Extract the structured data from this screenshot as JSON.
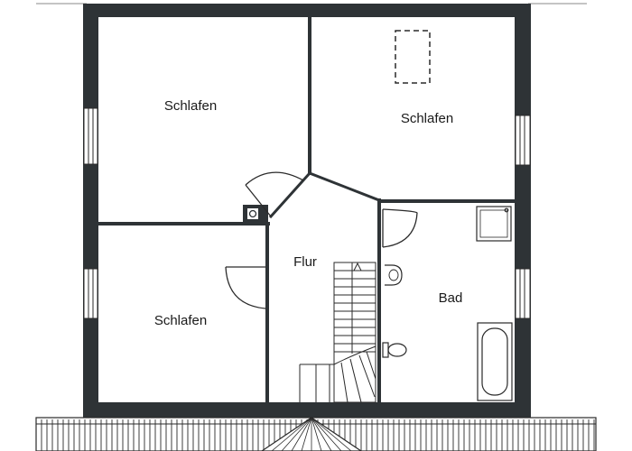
{
  "rooms": {
    "schlafen_top_left": "Schlafen",
    "schlafen_top_right": "Schlafen",
    "schlafen_bottom_left": "Schlafen",
    "flur": "Flur",
    "bad": "Bad"
  },
  "colors": {
    "wall": "#2e3336",
    "line": "#2a2a2a",
    "background": "#ffffff"
  }
}
